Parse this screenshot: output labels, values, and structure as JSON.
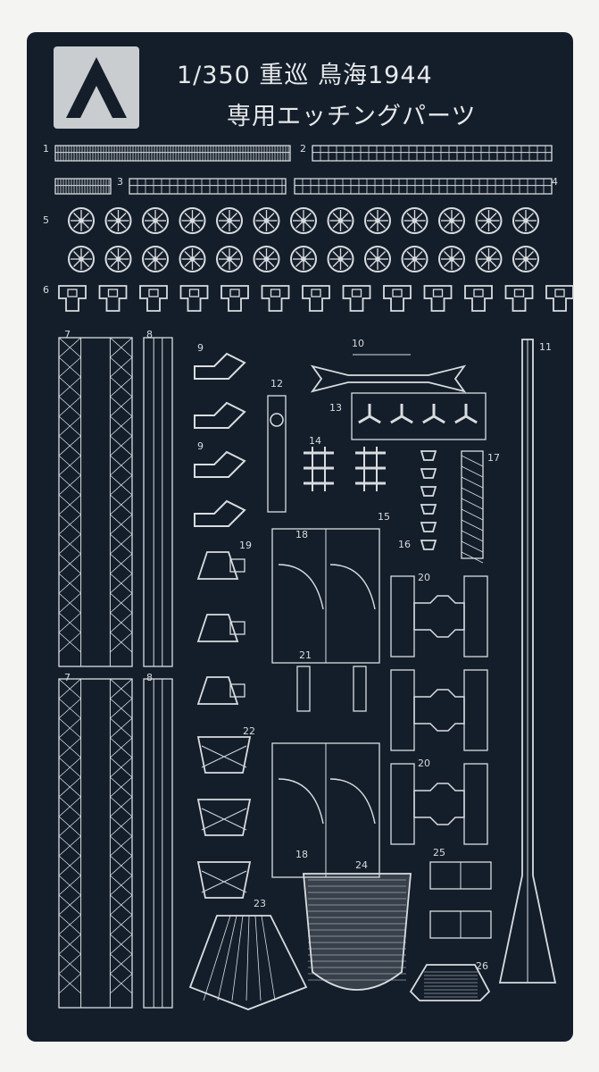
{
  "sheet": {
    "title_line1": "1/350 重巡 鳥海1944",
    "title_line2": "専用エッチングパーツ",
    "logo_icon": "aoshima-a-logo-icon",
    "colors": {
      "paper": "#f4f4f2",
      "plate": "#141e2b",
      "etch": "#d9dcdf"
    }
  },
  "part_numbers": [
    "1",
    "2",
    "3",
    "4",
    "5",
    "6",
    "7",
    "8",
    "9",
    "9",
    "10",
    "11",
    "12",
    "13",
    "14",
    "15",
    "16",
    "17",
    "18",
    "18",
    "19",
    "20",
    "20",
    "21",
    "22",
    "23",
    "24",
    "25",
    "26",
    "7",
    "8"
  ]
}
